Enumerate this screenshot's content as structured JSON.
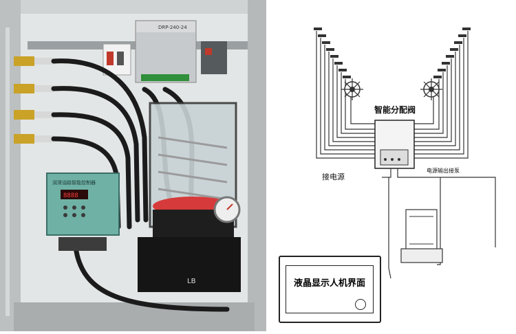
{
  "photo": {
    "subject": "lubrication pump cabinet interior",
    "power_supply_label": "DRP-240-24",
    "controller_label": "润滑油路智能控制器",
    "pump_mark": "LB"
  },
  "diagram": {
    "valve_label": "智能分配阀",
    "power_label": "接电源",
    "output_label": "电源输出接泵",
    "hmi_label": "液晶显示人机界面"
  }
}
